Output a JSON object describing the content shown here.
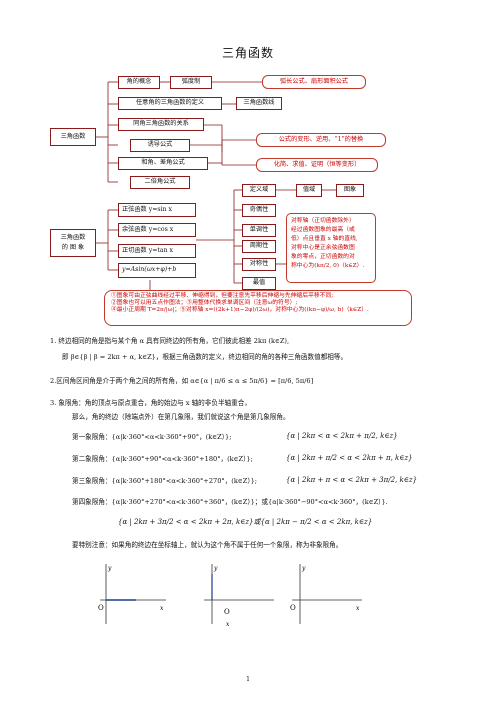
{
  "title": "三角函数",
  "diagram": {
    "root1": "三角函数",
    "concept": "角的概念",
    "radian": "弧度制",
    "radian_note": "弧长公式、扇形面积公式",
    "def_any": "任意角的三角函数的定义",
    "line": "三角函数线",
    "same_angle": "同角三角函数的关系",
    "induce": "诱导公式",
    "sumdiff": "和角、差角公式",
    "double": "二倍角公式",
    "formula_note": "公式的变形、逆用、“1”的替换",
    "simplify_note": "化简、求值、证明（恒等变形）",
    "root2a": "三角函数",
    "root2b": "的 图 象",
    "sin_graph": "正弦函数 y=sin x",
    "cos_graph": "余弦函数 y=cos x",
    "tan_graph": "正切函数 y=tan x",
    "asin_graph": "y=Asin(ωx+φ)+b",
    "domain": "定义域",
    "range": "值域",
    "image": "图象",
    "parity": "奇偶性",
    "mono": "单调性",
    "period": "周期性",
    "symmetry": "对称性",
    "extremum": "最值",
    "sym_note": [
      "对称轴（正切函数除外）",
      "经过函数图象的最高（或",
      "低）点且垂直 x 轴的直线,",
      "对称中心是正余弦函数图",
      "象的零点，正切函数的对",
      "称中心为(kπ/2, 0)（k∈Z）."
    ],
    "notes": [
      "①图象可由正弦曲线经过平移、伸缩得到，但要注意先平移后伸缩与先伸缩后平移不同;",
      "②图象也可以用五点作图法；③用整体代换求单调区间（注意ω的符号）;",
      "④最小正周期 T=2π/|ω|；⑤对称轴 x=((2k+1)π−2φ)/(2ω)，对称中心为((kπ−φ)/ω, b)（k∈Z）."
    ]
  },
  "body": {
    "p1": "1. 终边相同的角是指与某个角 α 具有同终边的所有角，它们彼此相差 2kπ (k∈Z),",
    "p1b": "即 β∈{β | β = 2kπ + α, k∈Z}，根据三角函数的定义，终边相同的角的各种三角函数值都相等。",
    "p2": "2.区间角区间角是介于两个角之间的所有角，如 α∈{α | π/6 ≤ α ≤ 5π/6} = [π/6, 5π/6]",
    "p3": "3. 象限角：角的顶点与原点重合，角的始边与 x 轴的非负半轴重合，",
    "p3b": "那么，角的终边（除端点外）在第几象限，我们就说这个角是第几象限角。",
    "q1": "第一象限角：{α|k·360°<α<k·360°+90°，(k∈Z）};",
    "q1m": "{α | 2kπ < α < 2kπ + π/2, k∈z}",
    "q2": "第二象限角：{α|k·360°+90°<α<k·360°+180°，(k∈Z）};",
    "q2m": "{α | 2kπ + π/2 < α < 2kπ + π, k∈z}",
    "q3": "第三象限角：{α|k·360°+180°<α<k·360°+270°，(k∈Z）};",
    "q3m": "{α | 2kπ + π < α < 2kπ + 3π/2, k∈z}",
    "q4": "第四象限角：{α|k·360°+270°<α<k·360°+360°，(k∈Z）}；或{α|k·360°−90°<α<k·360°，(k∈Z）}.",
    "q4m": "{α | 2kπ + 3π/2 < α < 2kπ + 2π, k∈z}或{α | 2kπ − π/2 < α < 2kπ, k∈z}",
    "p4": "要特别注意：如果角的终边在坐标轴上，就认为这个角不属于任何一个象限，称为非象限角。",
    "axis_y": "y",
    "axis_x": "x",
    "axis_o": "O",
    "page": "1"
  }
}
